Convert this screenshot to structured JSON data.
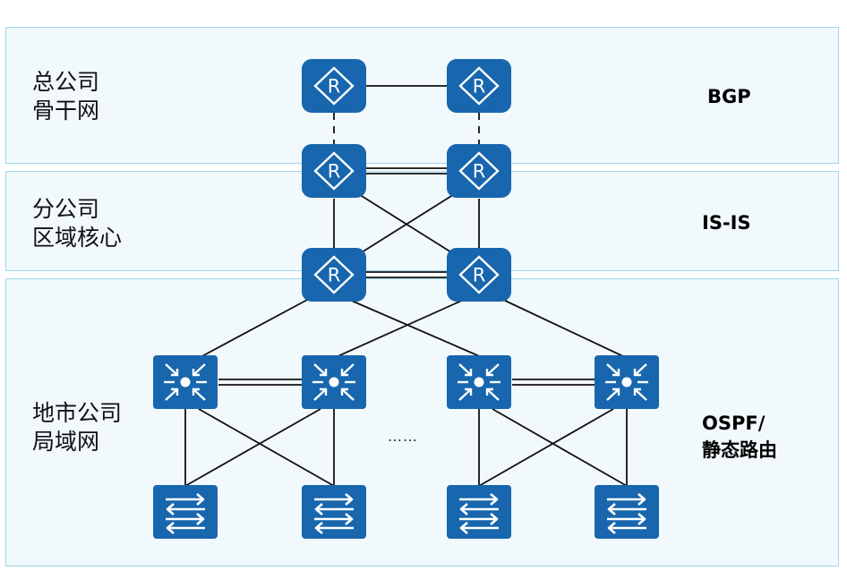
{
  "zones": [
    {
      "id": "hq",
      "label_lines": [
        "总公司",
        "骨干网"
      ],
      "protocol_lines": [
        "BGP"
      ]
    },
    {
      "id": "branch",
      "label_lines": [
        "分公司",
        "区域核心"
      ],
      "protocol_lines": [
        "IS-IS"
      ]
    },
    {
      "id": "city",
      "label_lines": [
        "地市公司",
        "局域网"
      ],
      "protocol_lines": [
        "OSPF/",
        "静态路由"
      ]
    }
  ],
  "ellipsis": "……",
  "colors": {
    "device": "#1766ae",
    "zone_fill": "#f1f9fc",
    "zone_border": "#9fd6ea",
    "link": "#111111"
  },
  "devices": {
    "router_icon": "router-icon",
    "core_switch_icon": "core-switch-icon",
    "access_switch_icon": "access-switch-icon"
  }
}
